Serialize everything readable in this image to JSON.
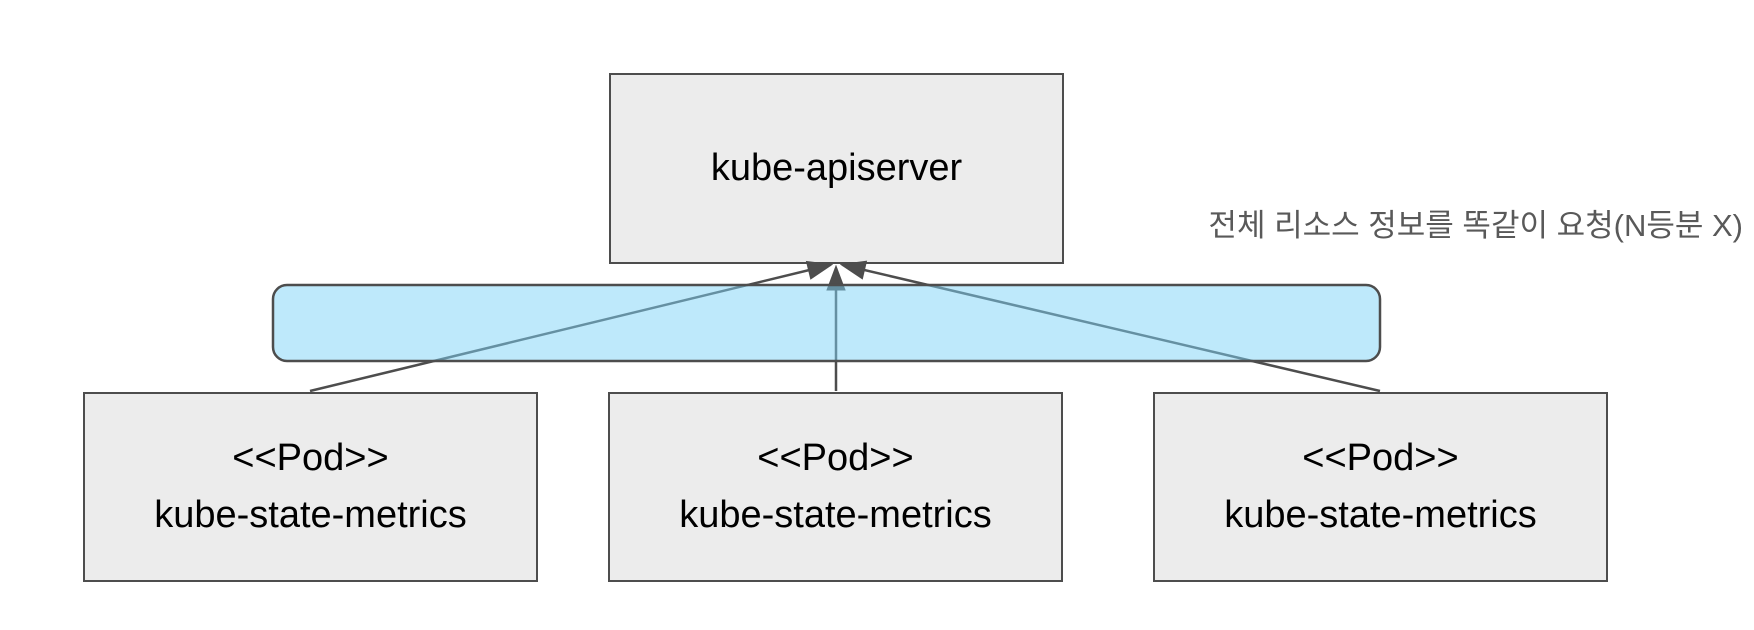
{
  "diagram": {
    "title_hint": "kube-state-metrics pods requesting full resource info from kube-apiserver",
    "nodes": {
      "apiserver": {
        "label": "kube-apiserver"
      },
      "pods": [
        {
          "stereotype": "<<Pod>>",
          "name": "kube-state-metrics"
        },
        {
          "stereotype": "<<Pod>>",
          "name": "kube-state-metrics"
        },
        {
          "stereotype": "<<Pod>>",
          "name": "kube-state-metrics"
        }
      ]
    },
    "annotation": {
      "text": "전체 리소스 정보를 똑같이 요청(N등분 X)"
    },
    "edges": [
      {
        "from": "pod-1",
        "to": "apiserver",
        "arrow": "block"
      },
      {
        "from": "pod-2",
        "to": "apiserver",
        "arrow": "block"
      },
      {
        "from": "pod-3",
        "to": "apiserver",
        "arrow": "block"
      }
    ],
    "colors": {
      "node_fill": "#ececec",
      "node_border": "#4d4d4d",
      "node_text": "#000000",
      "arrow": "#4d4d4d",
      "highlight_fill": "#7dd3f8",
      "highlight_border": "#4d4d4d",
      "annotation_text": "#595959",
      "background": "#ffffff"
    }
  }
}
